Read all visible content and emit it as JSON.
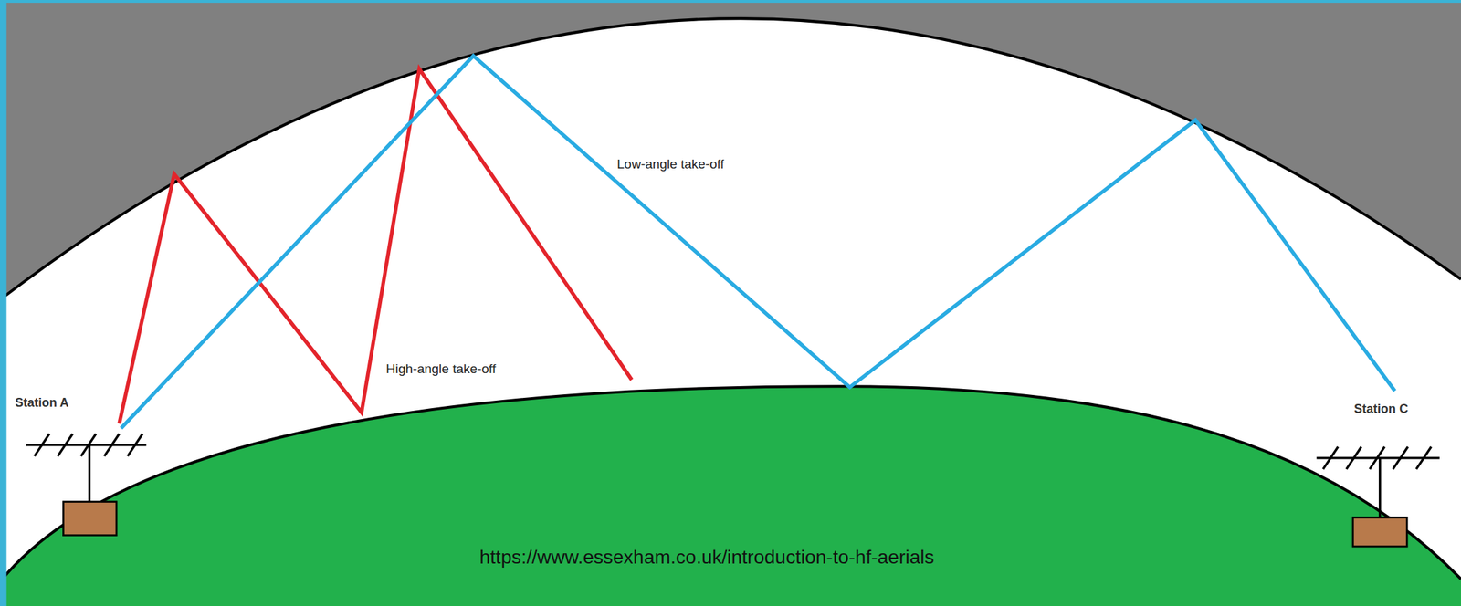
{
  "diagram": {
    "labels": [
      "Low-angle take-off",
      "High-angle take-off",
      "Station A",
      "Station C",
      "https://www.essexham.co.uk/introduction-to-hf-aerials"
    ]
  }
}
